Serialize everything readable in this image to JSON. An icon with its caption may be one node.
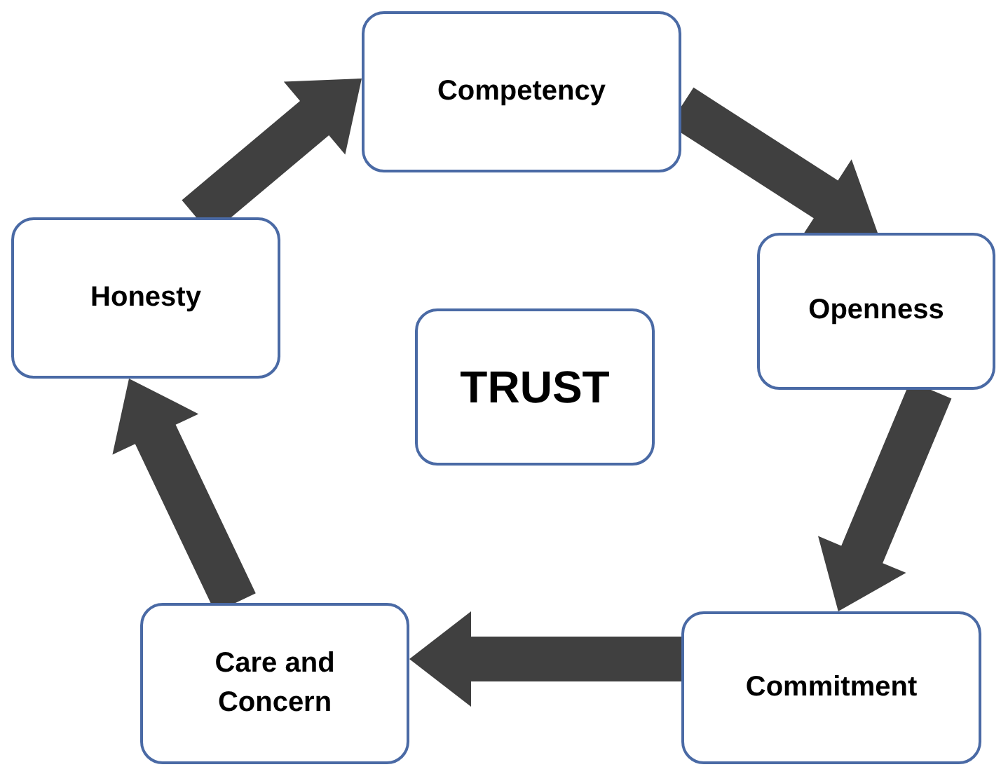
{
  "diagram": {
    "nodes": [
      {
        "text": [
          "Competency"
        ]
      },
      {
        "text": [
          "Openness"
        ]
      },
      {
        "text": [
          "Commitment"
        ]
      },
      {
        "text": [
          "Care and Concern"
        ]
      },
      {
        "text": [
          "Honesty"
        ]
      },
      {
        "text": [
          "TRUST"
        ]
      }
    ],
    "edges": [
      {
        "from": 4,
        "to": 0,
        "arrow": "to"
      },
      {
        "from": 0,
        "to": 1,
        "arrow": "to"
      },
      {
        "from": 1,
        "to": 2,
        "arrow": "to"
      },
      {
        "from": 2,
        "to": 3,
        "arrow": "to"
      },
      {
        "from": 3,
        "to": 4,
        "arrow": "to"
      }
    ]
  }
}
